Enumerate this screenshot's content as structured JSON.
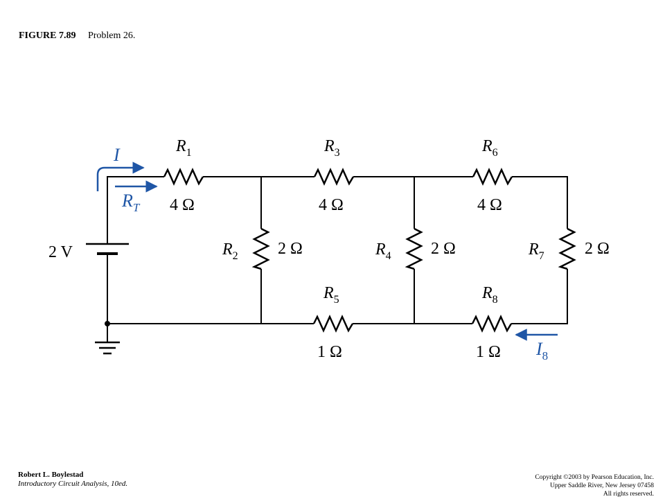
{
  "figure": {
    "number": "FIGURE 7.89",
    "title": "Problem 26."
  },
  "circuit": {
    "source": {
      "label": "2 V"
    },
    "current_labels": {
      "I": "I",
      "RT": "R",
      "RT_sub": "T",
      "I8": "I",
      "I8_sub": "8"
    },
    "resistors": [
      {
        "id": "r1",
        "name": "R",
        "sub": "1",
        "value": "4 Ω"
      },
      {
        "id": "r2",
        "name": "R",
        "sub": "2",
        "value": "2 Ω"
      },
      {
        "id": "r3",
        "name": "R",
        "sub": "3",
        "value": "4 Ω"
      },
      {
        "id": "r4",
        "name": "R",
        "sub": "4",
        "value": "2 Ω"
      },
      {
        "id": "r5",
        "name": "R",
        "sub": "5",
        "value": "1 Ω"
      },
      {
        "id": "r6",
        "name": "R",
        "sub": "6",
        "value": "4 Ω"
      },
      {
        "id": "r7",
        "name": "R",
        "sub": "7",
        "value": "2 Ω"
      },
      {
        "id": "r8",
        "name": "R",
        "sub": "8",
        "value": "1 Ω"
      }
    ],
    "colors": {
      "wire": "#000000",
      "annotation": "#1f56a6"
    }
  },
  "footer": {
    "author": "Robert L. Boylestad",
    "book": "Introductory Circuit Analysis, 10ed.",
    "copyright_1": "Copyright ©2003 by Pearson Education, Inc.",
    "copyright_2": "Upper Saddle River, New Jersey 07458",
    "copyright_3": "All rights reserved."
  }
}
